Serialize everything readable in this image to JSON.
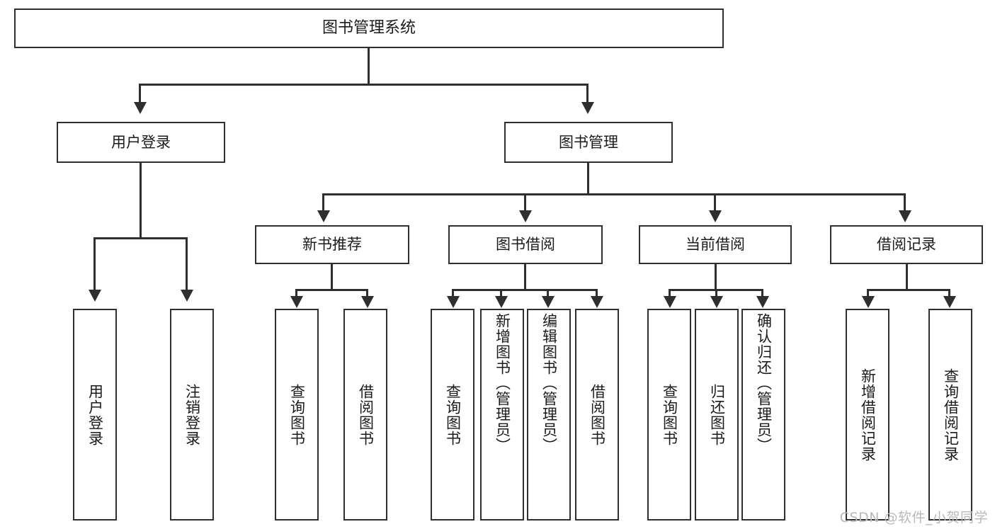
{
  "diagram": {
    "type": "tree-hierarchy",
    "title": "图书管理系统",
    "root": {
      "label": "图书管理系统"
    },
    "level1": [
      {
        "label": "用户登录"
      },
      {
        "label": "图书管理"
      }
    ],
    "level2": [
      {
        "label": "新书推荐"
      },
      {
        "label": "图书借阅"
      },
      {
        "label": "当前借阅"
      },
      {
        "label": "借阅记录"
      }
    ],
    "leaves": {
      "user_login": [
        {
          "label": "用户登录"
        },
        {
          "label": "注销登录"
        }
      ],
      "new_book_recommend": [
        {
          "label": "查询图书"
        },
        {
          "label": "借阅图书"
        }
      ],
      "book_borrow": [
        {
          "label": "查询图书"
        },
        {
          "label": "新增图书（管理员）"
        },
        {
          "label": "编辑图书（管理员）"
        },
        {
          "label": "借阅图书"
        }
      ],
      "current_borrow": [
        {
          "label": "查询图书"
        },
        {
          "label": "归还图书"
        },
        {
          "label": "确认归还（管理员）"
        }
      ],
      "borrow_record": [
        {
          "label": "新增借阅记录"
        },
        {
          "label": "查询借阅记录"
        }
      ]
    }
  },
  "watermark": {
    "text": "CSDN @软件_小贺同学"
  },
  "colors": {
    "stroke": "#2f2f2f",
    "background": "#ffffff",
    "text": "#1b1b1b",
    "watermark": "#b9b9b9"
  }
}
